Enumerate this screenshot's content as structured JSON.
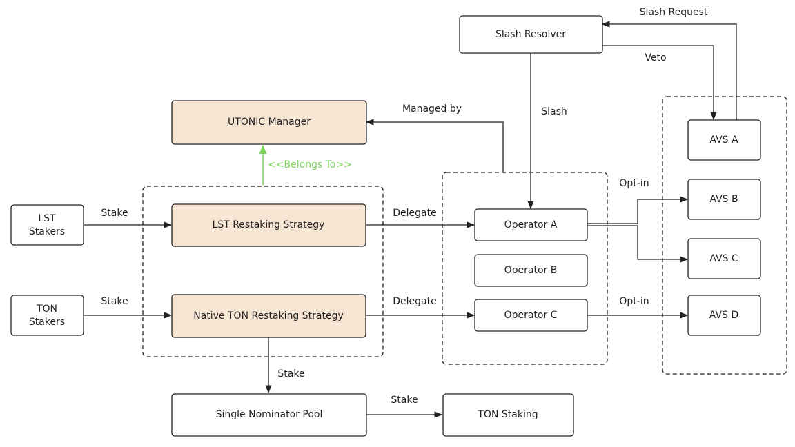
{
  "colors": {
    "strategy_fill": "#f8e6d5",
    "box_fill": "#ffffff",
    "stroke": "#222222",
    "belongs_to": "#7ed35a"
  },
  "nodes": {
    "slash_resolver": "Slash Resolver",
    "utonic_manager": "UTONIC Manager",
    "lst_stakers_line1": "LST",
    "lst_stakers_line2": "Stakers",
    "ton_stakers_line1": "TON",
    "ton_stakers_line2": "Stakers",
    "lst_strategy": "LST Restaking Strategy",
    "native_strategy": "Native TON Restaking Strategy",
    "operator_a": "Operator A",
    "operator_b": "Operator B",
    "operator_c": "Operator C",
    "avs_a": "AVS A",
    "avs_b": "AVS B",
    "avs_c": "AVS C",
    "avs_d": "AVS D",
    "single_nominator_pool": "Single Nominator Pool",
    "ton_staking": "TON Staking"
  },
  "edges": {
    "slash_request": "Slash Request",
    "veto": "Veto",
    "slash": "Slash",
    "managed_by": "Managed by",
    "belongs_to": "<<Belongs To>>",
    "stake_lst": "Stake",
    "stake_ton": "Stake",
    "delegate_lst": "Delegate",
    "delegate_native": "Delegate",
    "opt_in_a": "Opt-in",
    "opt_in_c": "Opt-in",
    "stake_pool": "Stake",
    "stake_ton_staking": "Stake"
  }
}
